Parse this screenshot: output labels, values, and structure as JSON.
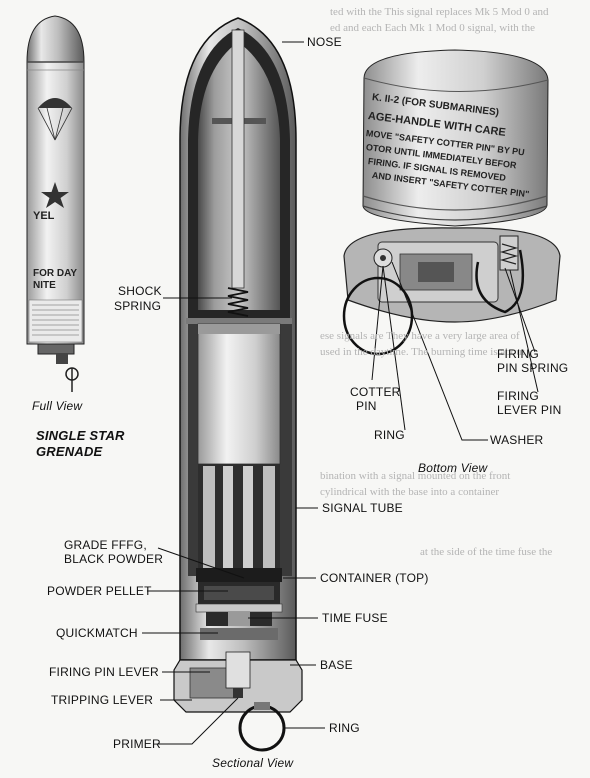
{
  "views": {
    "full_caption": "Full View",
    "sectional_caption": "Sectional View",
    "bottom_caption": "Bottom View"
  },
  "labels": {
    "nose": "NOSE",
    "shock_spring_1": "SHOCK",
    "shock_spring_2": "SPRING",
    "single_star_1": "SINGLE STAR",
    "single_star_2": "GRENADE",
    "signal_tube": "SIGNAL TUBE",
    "grade_powder_1": "GRADE FFFG,",
    "grade_powder_2": "BLACK POWDER",
    "container_top": "CONTAINER (TOP)",
    "powder_pellet": "POWDER PELLET",
    "time_fuse": "TIME FUSE",
    "quickmatch": "QUICKMATCH",
    "base": "BASE",
    "firing_pin_lever": "FIRING PIN LEVER",
    "tripping_lever": "TRIPPING LEVER",
    "ring_bottom": "RING",
    "primer": "PRIMER",
    "firing_pin_spring_1": "FIRING",
    "firing_pin_spring_2": "PIN SPRING",
    "firing_lever_pin_1": "FIRING",
    "firing_lever_pin_2": "LEVER PIN",
    "cotter_pin_1": "COTTER",
    "cotter_pin_2": "PIN",
    "ring_right": "RING",
    "washer": "WASHER"
  },
  "can_text": {
    "line1": "K. II-2 (FOR SUBMARINES)",
    "line2": "AGE-HANDLE WITH CARE",
    "line3": "MOVE \"SAFETY COTTER PIN\" BY PU",
    "line4": "OTOR UNTIL IMMEDIATELY BEFOR",
    "line5": "FIRING. IF SIGNAL IS REMOVED",
    "line6": "AND INSERT \"SAFETY COTTER PIN\""
  },
  "tube_text": {
    "yel": "YEL",
    "for_day": "FOR DAY",
    "nite": "NITE"
  },
  "colors": {
    "line": "#111111",
    "metal_light": "#d9d9d9",
    "metal_mid": "#a9a9a9",
    "metal_dark": "#3a3a3a"
  }
}
